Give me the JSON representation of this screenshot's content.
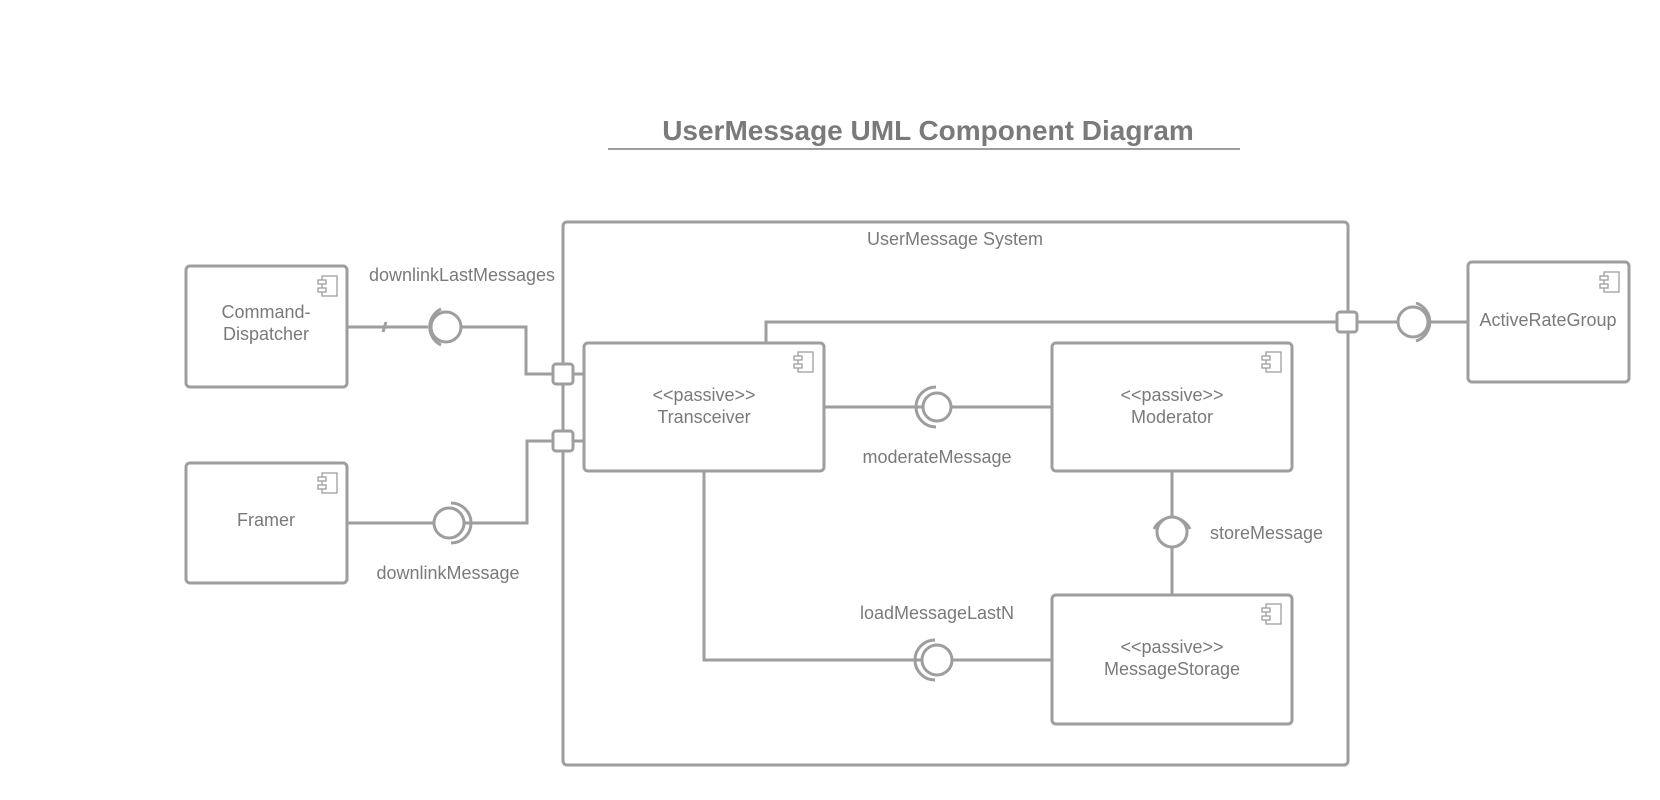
{
  "title": "UserMessage UML Component Diagram",
  "system": {
    "label": "UserMessage System"
  },
  "components": {
    "command_dispatcher": {
      "line1": "Command-",
      "line2": "Dispatcher"
    },
    "framer": {
      "name": "Framer"
    },
    "transceiver": {
      "stereotype": "<<passive>>",
      "name": "Transceiver"
    },
    "moderator": {
      "stereotype": "<<passive>>",
      "name": "Moderator"
    },
    "message_storage": {
      "stereotype": "<<passive>>",
      "name": "MessageStorage"
    },
    "active_rate_group": {
      "name": "ActiveRateGroup"
    }
  },
  "interfaces": {
    "downlink_last_messages": "downlinkLastMessages",
    "downlink_message": "downlinkMessage",
    "moderate_message": "moderateMessage",
    "store_message": "storeMessage",
    "load_message_last_n": "loadMessageLastN"
  },
  "colors": {
    "stroke": "#9e9e9e",
    "text": "#7a7a7a",
    "background": "#ffffff"
  }
}
